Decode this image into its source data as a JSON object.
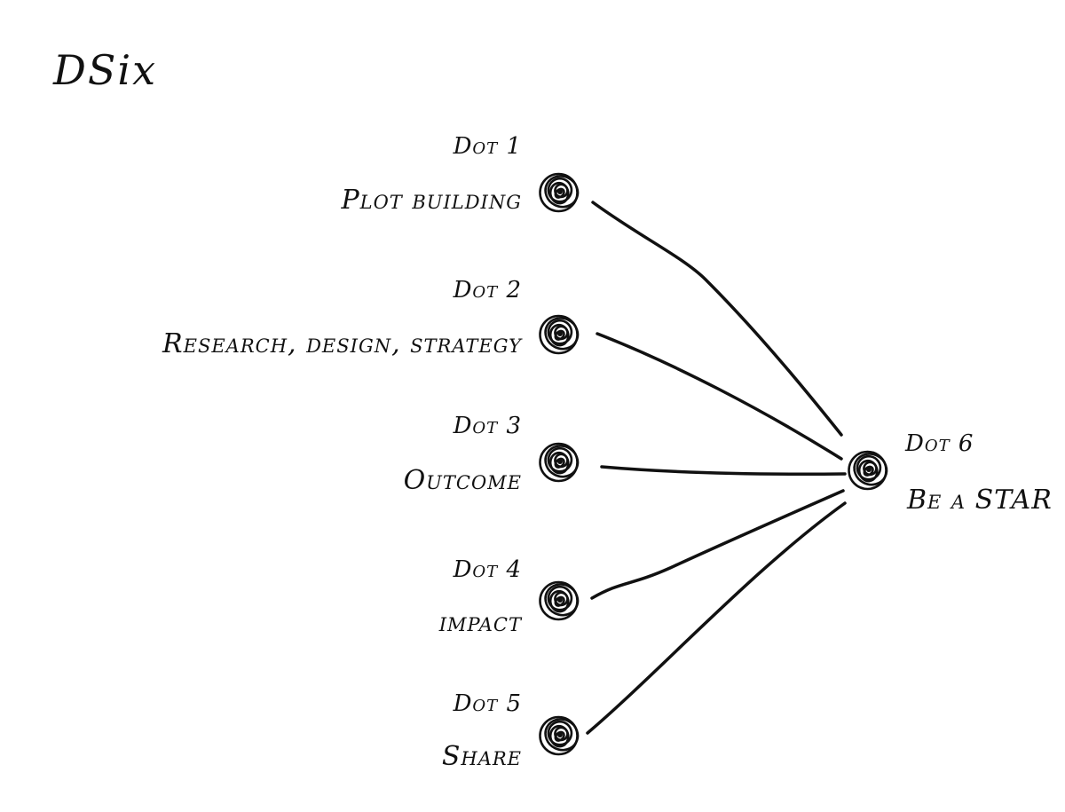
{
  "title": "DSix",
  "colors": {
    "ink": "#111111",
    "background": "#ffffff"
  },
  "nodes": [
    {
      "id": "dot1",
      "dot": "Dot 1",
      "label": "Plot building"
    },
    {
      "id": "dot2",
      "dot": "Dot 2",
      "label": "Research, design, strategy"
    },
    {
      "id": "dot3",
      "dot": "Dot 3",
      "label": "Outcome"
    },
    {
      "id": "dot4",
      "dot": "Dot 4",
      "label": "impact"
    },
    {
      "id": "dot5",
      "dot": "Dot 5",
      "label": "Share"
    },
    {
      "id": "dot6",
      "dot": "Dot 6",
      "label": "Be a STAR"
    }
  ],
  "edges": [
    {
      "from": "dot1",
      "to": "dot6"
    },
    {
      "from": "dot2",
      "to": "dot6"
    },
    {
      "from": "dot3",
      "to": "dot6"
    },
    {
      "from": "dot4",
      "to": "dot6"
    },
    {
      "from": "dot5",
      "to": "dot6"
    }
  ]
}
